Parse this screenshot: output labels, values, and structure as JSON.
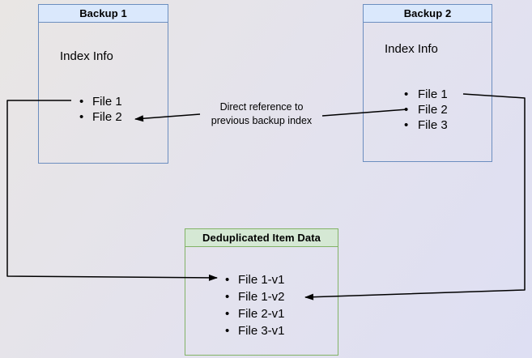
{
  "colors": {
    "blue_fill": "#dae8fc",
    "blue_border": "#6c8ebf",
    "green_fill": "#d5e8d4",
    "green_border": "#82b366",
    "line": "#000000",
    "bg_top_left": "#e9e6e4",
    "bg_bottom_right": "#dedff3"
  },
  "boxes": {
    "backup1": {
      "title": "Backup 1",
      "subtitle": "Index Info",
      "items": [
        "File 1",
        "File 2"
      ]
    },
    "backup2": {
      "title": "Backup 2",
      "subtitle": "Index Info",
      "items": [
        "File 1",
        "File 2",
        "File 3"
      ]
    },
    "dedup": {
      "title": "Deduplicated Item Data",
      "items": [
        "File 1-v1",
        "File 1-v2",
        "File 2-v1",
        "File 3-v1"
      ]
    }
  },
  "edges": {
    "direct_reference": {
      "label_line1": "Direct reference to",
      "label_line2": "previous backup index"
    }
  }
}
